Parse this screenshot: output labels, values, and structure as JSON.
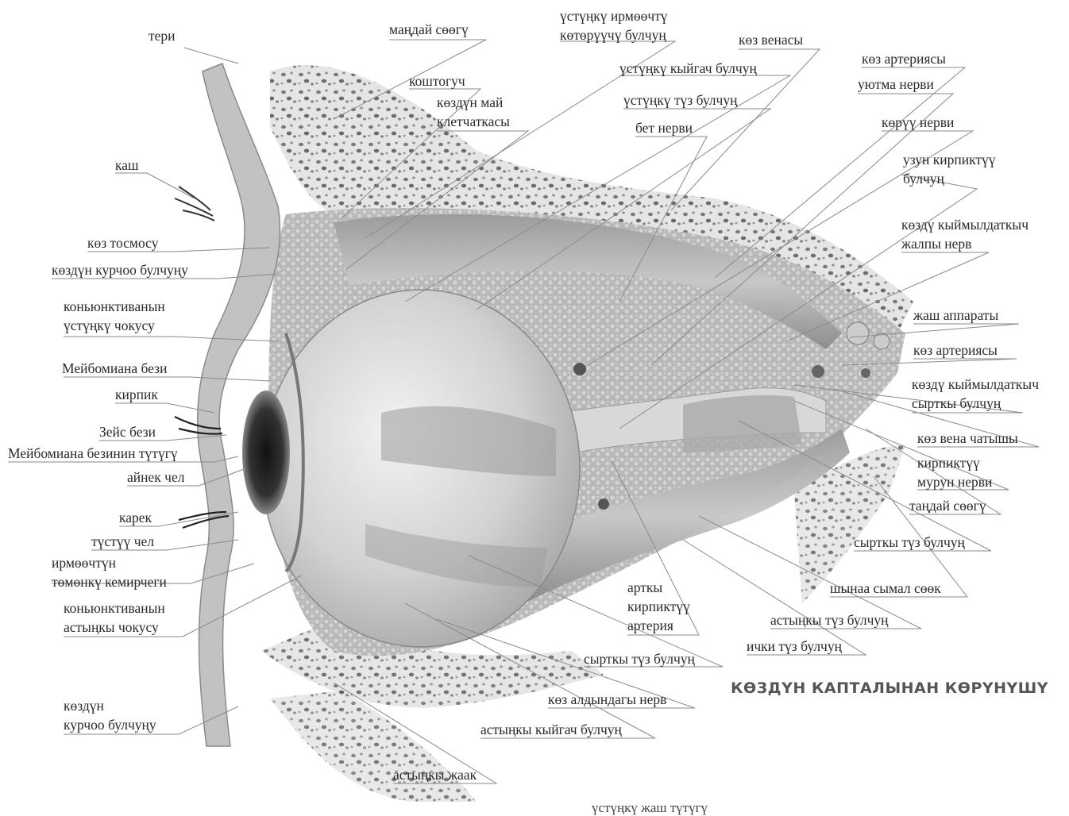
{
  "title": "КӨЗДҮН КАПТАЛЫНАН КӨРҮНҮШҮ",
  "labels": {
    "teri": "тери",
    "mandai_soogu": "маңдай сөөгү",
    "ust_irmeochu_1": "үстүңкү ирмөөчтү",
    "ust_irmeochu_2": "көтөрүүчү булчуң",
    "koz_venasy": "көз венасы",
    "koz_arteriyasy_top": "көз артериясы",
    "ust_kyigach": "үстүңкү кыйгач булчуң",
    "koshtoguch": "коштогуч",
    "uytma_nervi": "уютма нерви",
    "kozdun_mai_1": "көздүн май",
    "kozdun_mai_2": "клетчаткасы",
    "ust_tuz": "үстүңкү түз булчуң",
    "bet_nervi": "бет нерви",
    "koruu_nervi": "көрүү нерви",
    "uzun_kirpik_1": "узун кирпиктүү",
    "uzun_kirpik_2": "булчуң",
    "kash": "каш",
    "kozdu_kyimyl_1": "көздү кыймылдаткыч",
    "kozdu_kyimyl_2": "жалпы нерв",
    "koz_tosmosu": "көз тосмосу",
    "kurchoo_top": "көздүн курчоо булчуңу",
    "konyunk_ust_1": "коньюнктиванын",
    "konyunk_ust_2": "үстүңкү чокусу",
    "jash_apparaty": "жаш аппараты",
    "koz_arteriyasy_mid": "көз артериясы",
    "meibom_bezi": "Мейбомиана бези",
    "kozdu_syrtky_1": "көздү кыймылдаткыч",
    "kozdu_syrtky_2": "сырткы булчуң",
    "kirpik": "кирпик",
    "zeis_bezi": "Зейс бези",
    "koz_vena_chatyshy": "көз вена чатышы",
    "meibom_tutugu": "Мейбомиана безинин түтүгү",
    "kirpiktuu_murun_1": "кирпиктүү",
    "kirpiktuu_murun_2": "мурун нерви",
    "ainek_chel": "айнек чел",
    "tandai_soogu": "таңдай сөөгү",
    "karek": "карек",
    "tustuu_chel": "түстүү чел",
    "syrtky_tuz_right": "сырткы түз булчуң",
    "irmeochtun_1": "ирмөөчтүн",
    "irmeochtun_2": "төмөнкү кемирчеги",
    "arky_1": "арткы",
    "arky_2": "кирпиктүү",
    "arky_3": "артерия",
    "shynaa": "шынаа сымал сөөк",
    "konyunk_ast_1": "коньюнктиванын",
    "konyunk_ast_2": "астыңкы чокусу",
    "astynky_tuz": "астыңкы түз булчуң",
    "ichki_tuz": "ички түз булчуң",
    "syrtky_tuz_bottom": "сырткы түз булчуң",
    "koz_aldyndagy": "көз алдындагы нерв",
    "kurchoo_bottom_1": "көздүн",
    "kurchoo_bottom_2": "курчоо булчуңу",
    "ast_kyigach": "астыңкы кыйгач булчуң",
    "astynky_jaak": "астыңкы жаак",
    "cut_off_bottom": "үстүңкү жаш түтүгү"
  }
}
